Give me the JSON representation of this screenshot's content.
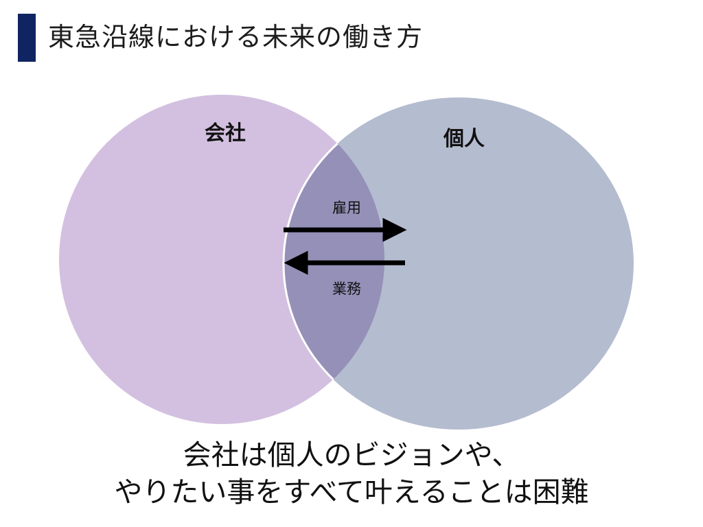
{
  "title": "東急沿線における未来の働き方",
  "colors": {
    "accent_bar": "#0f2461",
    "company_circle": "#d3c0e0",
    "individual_circle": "#b4bccf",
    "overlap": "#9490b8",
    "arrow": "#000000"
  },
  "venn": {
    "company_label": "会社",
    "individual_label": "個人",
    "employment_label": "雇用",
    "work_label": "業務",
    "employment_arrow_direction": "company-to-individual",
    "work_arrow_direction": "individual-to-company"
  },
  "caption": {
    "line1": "会社は個人のビジョンや、",
    "line2": "やりたい事をすべて叶えることは困難"
  }
}
